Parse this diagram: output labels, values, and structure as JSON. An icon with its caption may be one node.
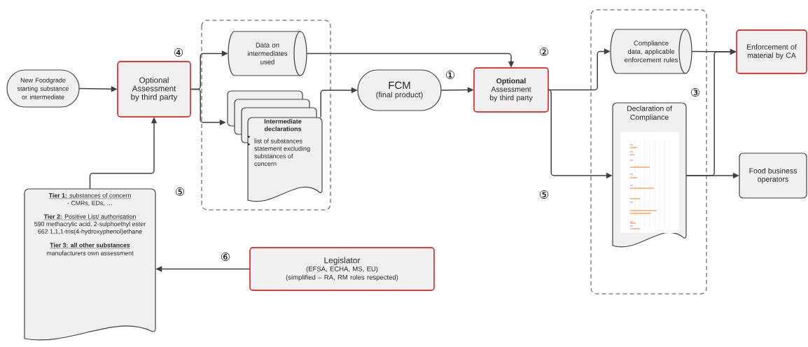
{
  "diagram": {
    "nodes": [
      {
        "text": [
          "New Foodgrade starting substance or intermediate"
        ]
      },
      {
        "text": [
          "Optional Assessment by third party"
        ]
      },
      {
        "text": [],
        "shape": "box"
      },
      {
        "text": [
          "Data on intermediates used"
        ],
        "in": 2
      },
      {
        "text": [
          "Intermediate declarations",
          "list of substances",
          "statement excluding substances of concern"
        ],
        "in": 2
      },
      {
        "text": [
          "FCM",
          "(final product)"
        ]
      },
      {
        "text": [
          "**Optional** Assessment by third party"
        ]
      },
      {
        "text": [],
        "shape": "box"
      },
      {
        "text": [
          "Compliance data, applicable enforcement rules"
        ],
        "in": 7
      },
      {
        "text": [
          "Declaration of Compliance"
        ],
        "in": 7
      },
      {
        "text": [
          "Enforcement of material by CA"
        ]
      },
      {
        "text": [
          "Food business operators"
        ]
      },
      {
        "text": [
          "**Tier 1:** substances of concern",
          "- CMRs, EDs, …",
          "**Tier 2:** Positive List/ authorisation",
          "590 methacrylic acid, 2-sulphoethyl ester",
          "662 1,1,1-tris(4-hydroxyphenol)ethane",
          "Tier 3: all other substances",
          "manufacturers own assessment"
        ]
      },
      {
        "text": [
          "Legislator",
          "(EFSA, ECHA, MS, EU)",
          "(simplified – RA, RM roles respected)"
        ]
      }
    ],
    "edges": [
      {
        "from": 0,
        "to": 1,
        "arrow": "to"
      },
      {
        "from": 1,
        "to": 3,
        "arrow": "to"
      },
      {
        "from": 1,
        "to": 4,
        "arrow": "to"
      },
      {
        "from": 4,
        "to": 5,
        "arrow": "to"
      },
      {
        "from": 3,
        "to": 6,
        "arrow": "to"
      },
      {
        "from": 5,
        "to": 6,
        "arrow": "to"
      },
      {
        "from": 6,
        "to": 8,
        "arrow": "to"
      },
      {
        "from": 6,
        "to": 9,
        "arrow": "to"
      },
      {
        "from": 8,
        "to": 10,
        "arrow": "to"
      },
      {
        "from": 9,
        "to": 10,
        "arrow": "to"
      },
      {
        "from": 9,
        "to": 11,
        "arrow": "to"
      },
      {
        "from": 12,
        "to": 1,
        "arrow": "to"
      },
      {
        "from": 13,
        "to": 12,
        "arrow": "to"
      }
    ],
    "labels": [
      "④",
      "②",
      "①",
      "③",
      "⑤",
      "⑤",
      "⑥"
    ]
  }
}
